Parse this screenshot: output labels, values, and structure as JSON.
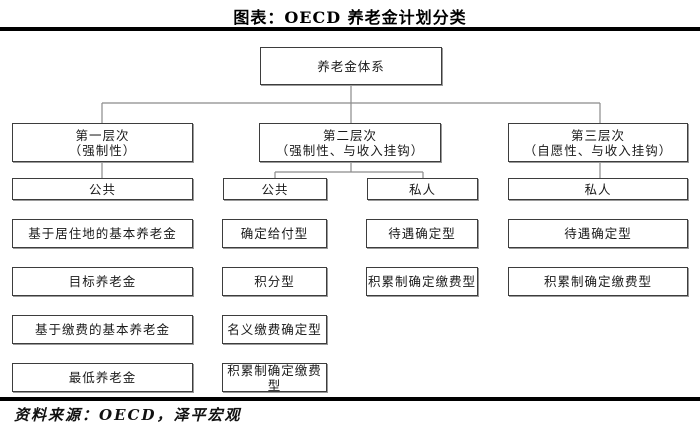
{
  "title": "图表：OECD 养老金计划分类",
  "source_note": "资料来源：OECD，泽平宏观",
  "colors": {
    "rule": "#000000",
    "box_border": "#3d3d3d",
    "connector": "#8a8a8a",
    "background": "#ffffff"
  },
  "diagram": {
    "root": {
      "label": "养老金体系"
    },
    "tiers": [
      {
        "name": "第一层次",
        "attribute": "（强制性）"
      },
      {
        "name": "第二层次",
        "attribute": "（强制性、与收入挂钩）"
      },
      {
        "name": "第三层次",
        "attribute": "（自愿性、与收入挂钩）"
      }
    ],
    "providers": [
      {
        "label": "公共"
      },
      {
        "label": "公共"
      },
      {
        "label": "私人"
      },
      {
        "label": "私人"
      }
    ],
    "leaves": {
      "col1": [
        "基于居住地的基本养老金",
        "目标养老金",
        "基于缴费的基本养老金",
        "最低养老金"
      ],
      "col2": [
        "确定给付型",
        "积分型",
        "名义缴费确定型",
        "积累制确定缴费型"
      ],
      "col3": [
        "待遇确定型",
        "积累制确定缴费型"
      ],
      "col4": [
        "待遇确定型",
        "积累制确定缴费型"
      ]
    }
  }
}
